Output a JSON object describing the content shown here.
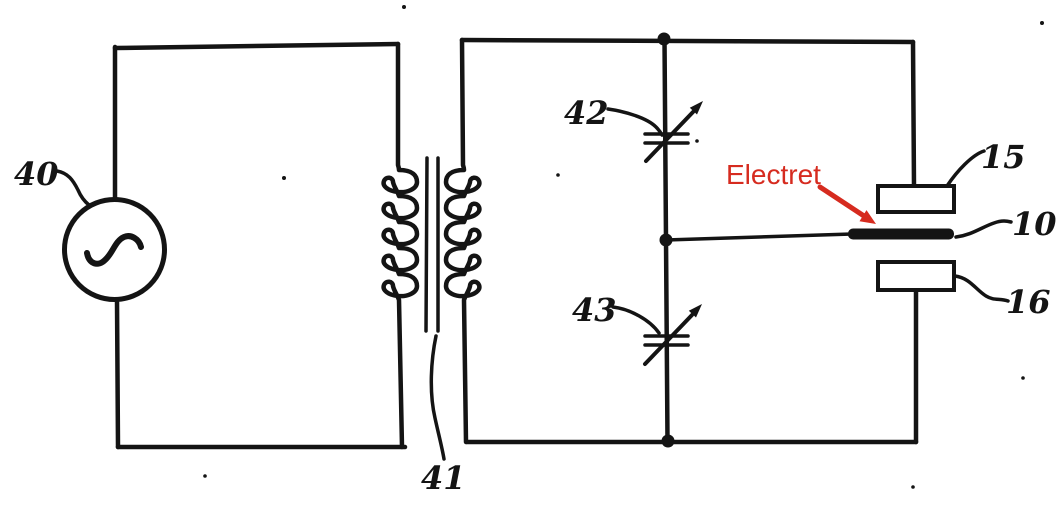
{
  "figure": {
    "kind": "patent circuit schematic",
    "background_color": "#ffffff",
    "ink_color": "#141414",
    "annotation": {
      "text": "Electret",
      "color": "#d62b1f"
    },
    "labels": {
      "ac_source": "40",
      "transformer": "41",
      "top_capacitor": "42",
      "bottom_capacitor": "43",
      "top_electrode": "15",
      "electret_film": "10",
      "bottom_electrode": "16"
    }
  }
}
